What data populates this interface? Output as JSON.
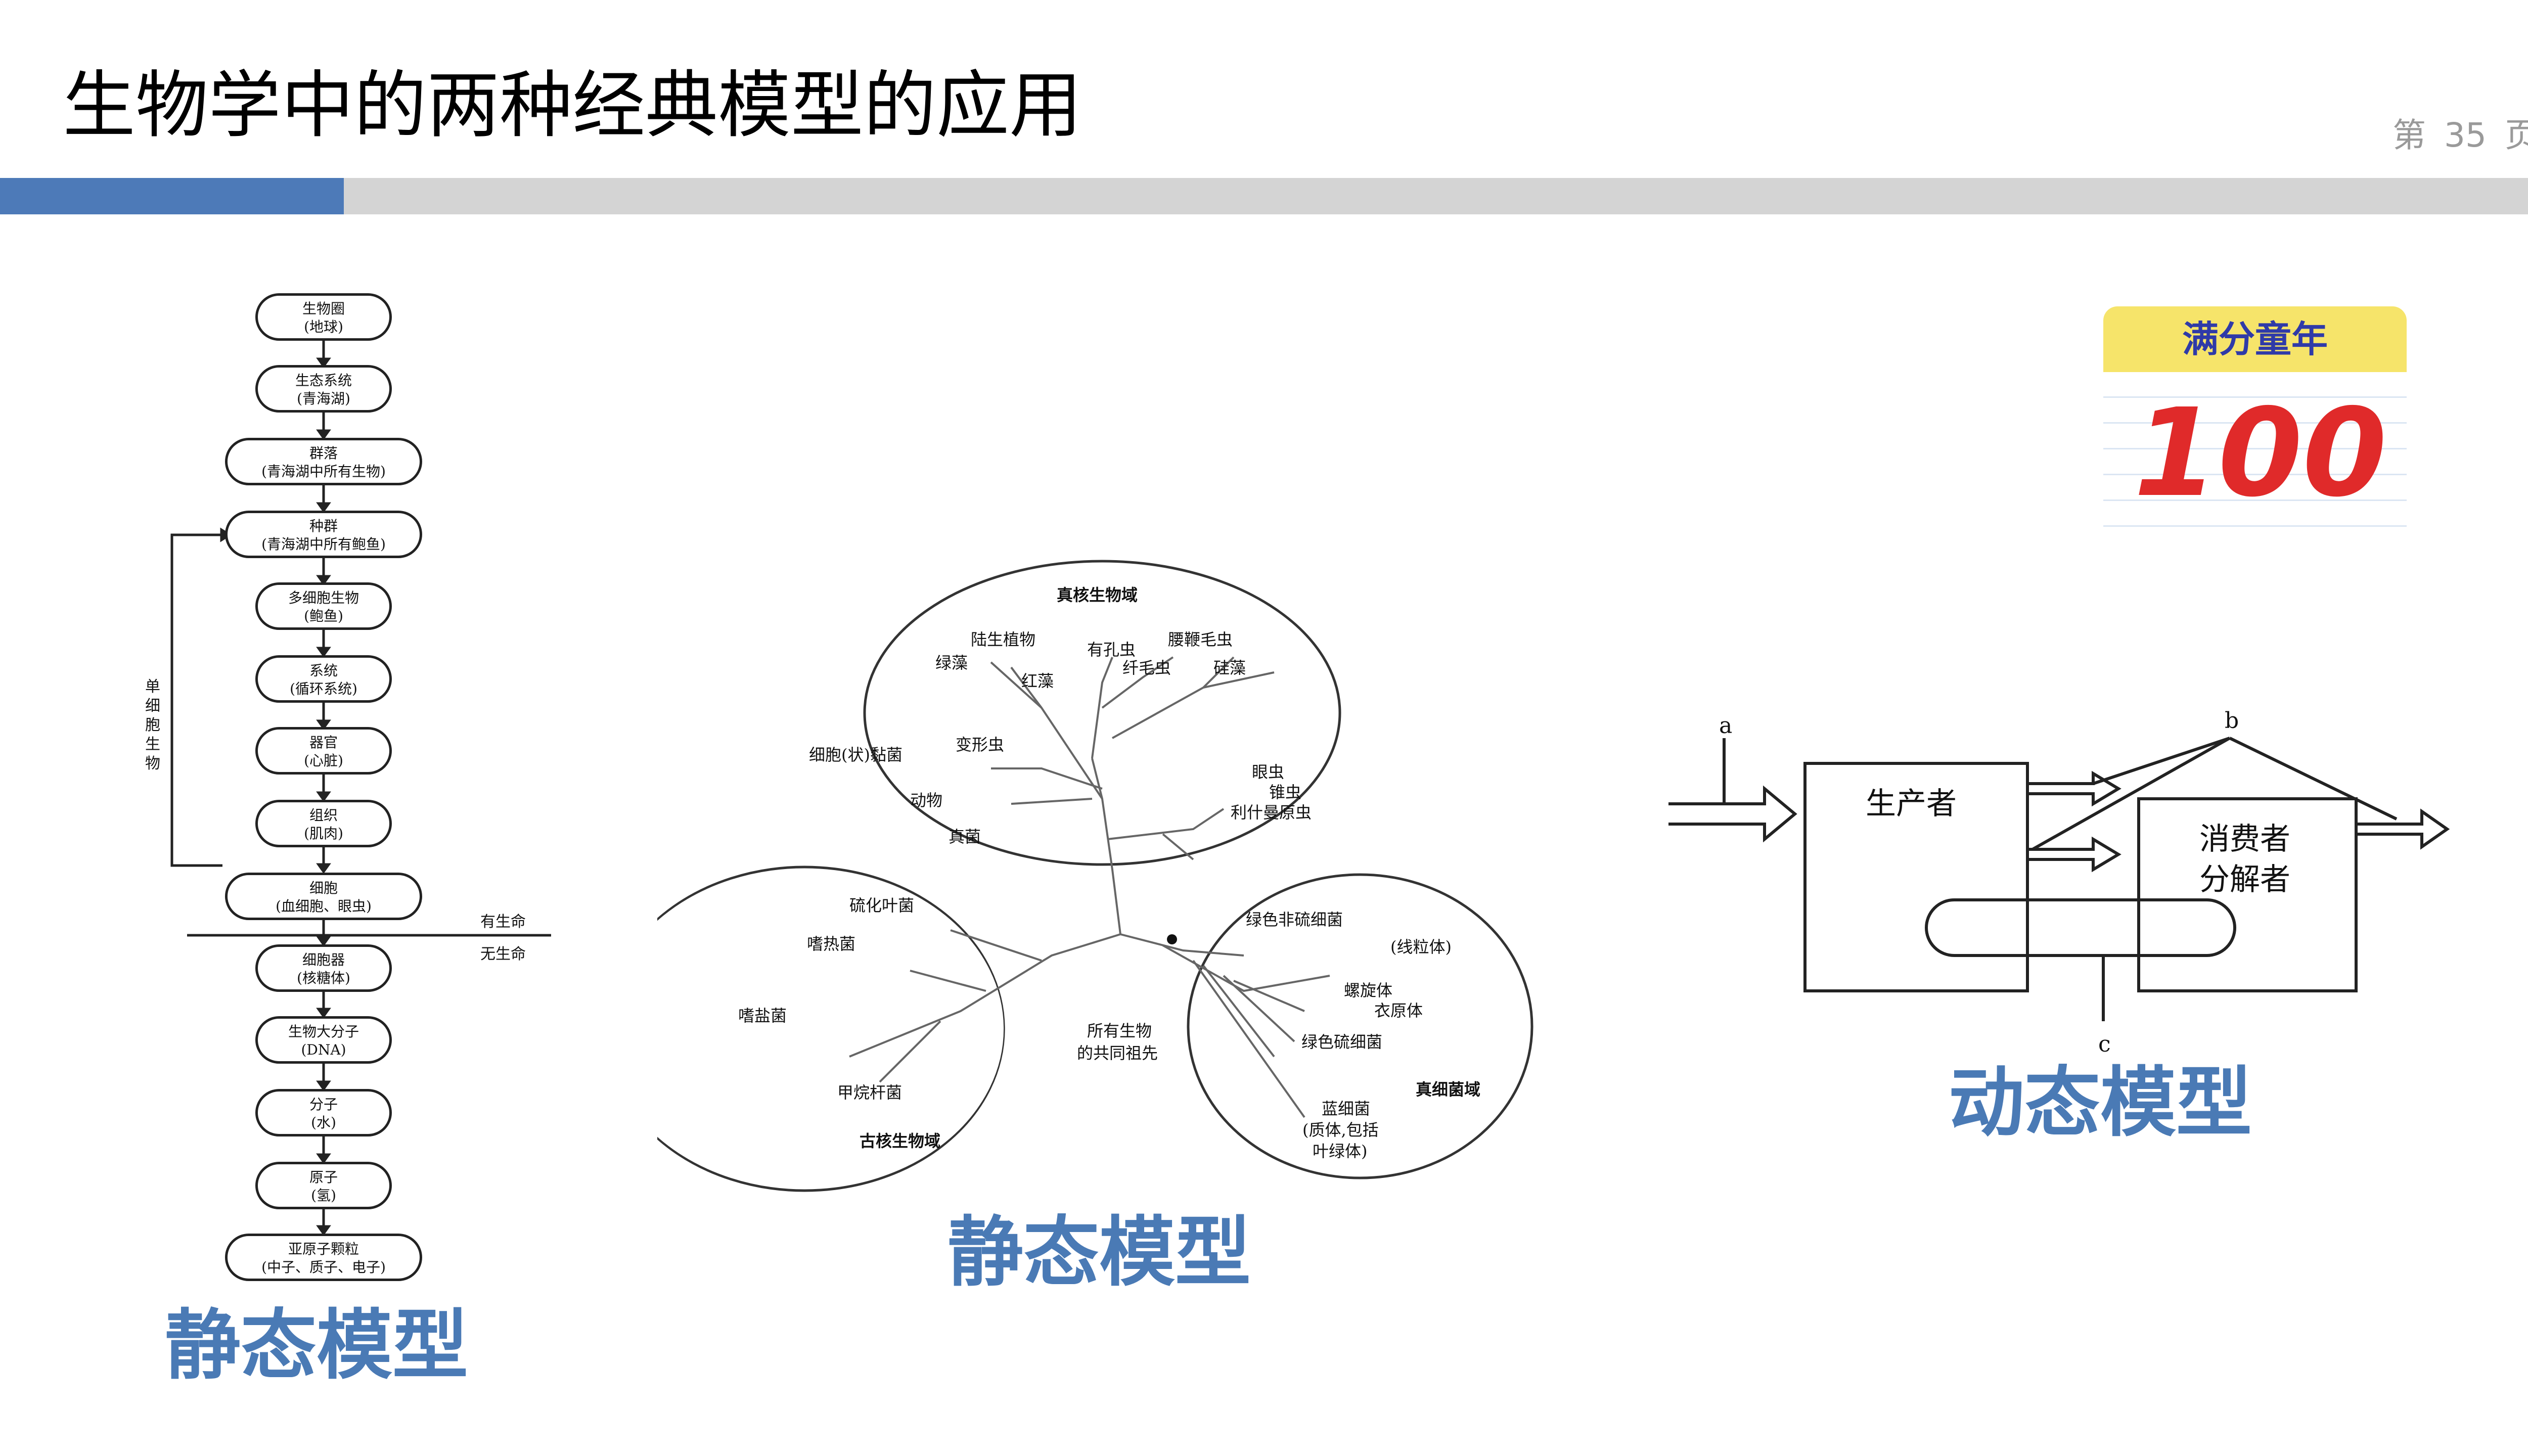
{
  "header": {
    "title": "生物学中的两种经典模型的应用",
    "page_prefix": "第",
    "page_number": "35",
    "page_suffix": "页"
  },
  "hierarchy": {
    "nodes": [
      {
        "l1": "生物圈",
        "l2": "(地球)"
      },
      {
        "l1": "生态系统",
        "l2": "(青海湖)"
      },
      {
        "l1": "群落",
        "l2": "(青海湖中所有生物)"
      },
      {
        "l1": "种群",
        "l2": "(青海湖中所有鲍鱼)"
      },
      {
        "l1": "多细胞生物",
        "l2": "(鲍鱼)"
      },
      {
        "l1": "系统",
        "l2": "(循环系统)"
      },
      {
        "l1": "器官",
        "l2": "(心脏)"
      },
      {
        "l1": "组织",
        "l2": "(肌肉)"
      },
      {
        "l1": "细胞",
        "l2": "(血细胞、眼虫)"
      },
      {
        "l1": "细胞器",
        "l2": "(核糖体)"
      },
      {
        "l1": "生物大分子",
        "l2": "(DNA)"
      },
      {
        "l1": "分子",
        "l2": "(水)"
      },
      {
        "l1": "原子",
        "l2": "(氢)"
      },
      {
        "l1": "亚原子颗粒",
        "l2": "(中子、质子、电子)"
      }
    ],
    "side_label": "单细胞生物",
    "living": "有生命",
    "nonliving": "无生命"
  },
  "tree": {
    "eukarya": "真核生物域",
    "archaea": "古核生物域",
    "bacteria": "真细菌域",
    "root": [
      "所有生物",
      "的共同祖先"
    ],
    "euk_labels": [
      "陆生植物",
      "绿藻",
      "红藻",
      "有孔虫",
      "纤毛虫",
      "腰鞭毛虫",
      "硅藻",
      "变形虫",
      "细胞(状)黏菌",
      "动物",
      "真菌",
      "眼虫",
      "锥虫",
      "利什曼原虫"
    ],
    "arch_labels": [
      "硫化叶菌",
      "嗜热菌",
      "嗜盐菌",
      "甲烷杆菌"
    ],
    "bac_labels": [
      "绿色非硫细菌",
      "(线粒体)",
      "螺旋体",
      "衣原体",
      "绿色硫细菌",
      "蓝细菌",
      "(质体,包括",
      "叶绿体)"
    ]
  },
  "flow": {
    "producer": "生产者",
    "consumer": "消费者",
    "decomposer": "分解者",
    "a": "a",
    "b": "b",
    "c": "c"
  },
  "captions": {
    "left": "静态模型",
    "middle": "静态模型",
    "right": "动态模型"
  },
  "badge": {
    "text": "满分童年",
    "number": "100"
  }
}
